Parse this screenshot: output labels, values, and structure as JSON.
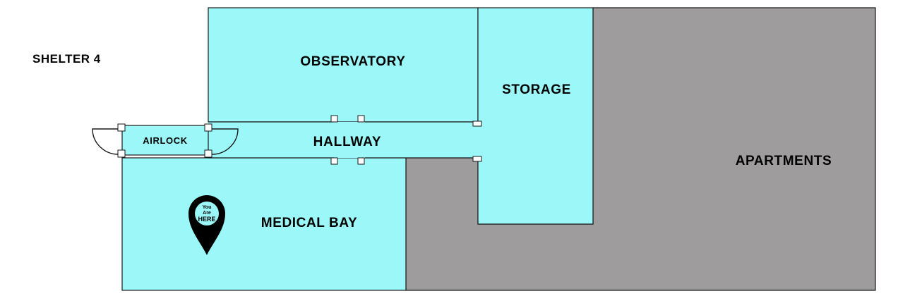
{
  "map": {
    "title": "SHELTER 4",
    "colors": {
      "room": "#9cf8f8",
      "apartments": "#9e9c9d",
      "outline": "#1a1a1a",
      "marker": "#000000",
      "marker_inner": "#9cf8f8"
    },
    "rooms": {
      "observatory": "OBSERVATORY",
      "storage": "STORAGE",
      "hallway": "HALLWAY",
      "airlock": "AIRLOCK",
      "medical_bay": "MEDICAL BAY",
      "apartments": "APARTMENTS"
    },
    "marker": {
      "icon": "location-pin-icon",
      "line1": "You",
      "line2": "Are",
      "line3": "HERE"
    }
  }
}
